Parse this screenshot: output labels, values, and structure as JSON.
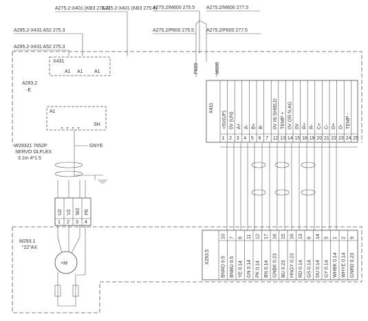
{
  "top_refs": {
    "r1": "A275.2-X401 (KB3 275.4)",
    "r2": "A275.2-X401 (KB3 275.4)",
    "r3": "A275.2/M600 275.5",
    "r4": "A275.2/M600 277.5",
    "r5": "A275.2/P600 275.5",
    "r6": "A275.2/P600 277.5",
    "r7": "A295.2-X431 A52 275.3",
    "r8": "A295.2-X431 A52 275.3"
  },
  "bus_labels": {
    "p600": "P600",
    "m600": "M600"
  },
  "module": {
    "connector": "X431",
    "pins": [
      "A1",
      "A1",
      "A1"
    ],
    "name": "A293.2",
    "sub": "-E",
    "a1": "A1",
    "sh": "SH",
    "x411": "X411"
  },
  "cable": {
    "name": "-W29321 7652P",
    "type": "SERVO OLFLEX",
    "size": "3.1m 4*1.5",
    "gnye": "GNYE"
  },
  "upper_terminal": {
    "signals": [
      "+5V(UP)",
      "0V (UN)",
      "A+",
      "A-",
      "B+",
      "B-",
      "",
      "0V IN SHIELD",
      "TEMP +",
      "0V OR N.AG",
      "0V",
      "R+",
      "R-",
      "C+",
      "C-",
      "D+",
      "D-",
      "TEMP -"
    ],
    "numbers": [
      "1",
      "2",
      "3",
      "4",
      "5",
      "6",
      "7",
      "12",
      "13",
      "14",
      "15",
      "18",
      "19",
      "20",
      "21",
      "22",
      "23",
      "24",
      "25"
    ]
  },
  "motor": {
    "name": "M293.1",
    "desc": "\"22\"AX",
    "symbol": "+M",
    "terminals": [
      "U2",
      "V2",
      "W2",
      "PE"
    ],
    "numbers": [
      "1",
      "2",
      "3",
      "4"
    ]
  },
  "lower_terminal": {
    "connector": "X293.5",
    "labels": [
      "BNRD 0.5",
      "BNBU 0.5",
      "YE 0.14",
      "GN 0.14",
      "PK 0.14",
      "BN 0.14",
      "GNBK 0.23",
      "BU 0.23",
      "HNGY 0.23",
      "RD 0.14",
      "GS 0.14",
      "DU 0.14",
      "GY 0.14",
      "WHBK 0.14",
      "WHYE 0.14",
      "GNRD 0.23"
    ],
    "numbers": [
      "10",
      "7",
      "8",
      "11",
      "12",
      "17",
      "16",
      "15",
      "16",
      "13",
      "6",
      "14",
      "5",
      "1",
      "2",
      "9"
    ]
  }
}
